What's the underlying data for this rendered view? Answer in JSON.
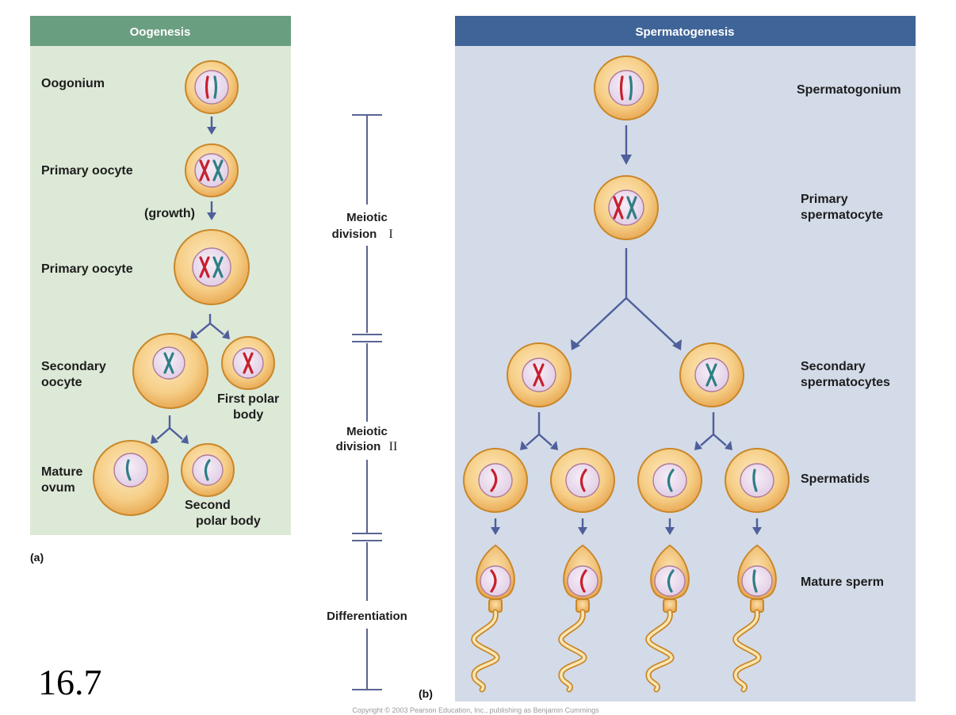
{
  "oogenesis": {
    "header": "Oogenesis",
    "labels": {
      "oogonium": "Oogonium",
      "primary_oocyte_1": "Primary oocyte",
      "growth": "(growth)",
      "primary_oocyte_2": "Primary oocyte",
      "secondary_oocyte": [
        "Secondary",
        "oocyte"
      ],
      "first_polar_body": [
        "First polar",
        "body"
      ],
      "mature_ovum": [
        "Mature",
        "ovum"
      ],
      "second_polar_body": [
        "Second",
        "polar body"
      ]
    },
    "panel_label": "(a)"
  },
  "scale": {
    "meiosis1": [
      "Meiotic",
      "division"
    ],
    "meiosis1_numeral": "I",
    "meiosis2": [
      "Meiotic",
      "division"
    ],
    "meiosis2_numeral": "II",
    "differentiation": "Differentiation"
  },
  "spermatogenesis": {
    "header": "Spermatogenesis",
    "labels": {
      "spermatogonium": "Spermatogonium",
      "primary_spermatocyte": [
        "Primary",
        "spermatocyte"
      ],
      "secondary_spermatocytes": [
        "Secondary",
        "spermatocytes"
      ],
      "spermatids": "Spermatids",
      "mature_sperm": "Mature sperm"
    },
    "panel_label": "(b)"
  },
  "figure_number": "16.7",
  "credit": "Copyright © 2003 Pearson Education, Inc., publishing as Benjamin Cummings",
  "colors": {
    "oogenesis_header": "#6a9e80",
    "oogenesis_panel": "#dde9d7",
    "spermatogenesis_header": "#3f6497",
    "spermatogenesis_panel": "#d3dbe8",
    "arrow": "#4f5f9b",
    "chromosome_red": "#c6202f",
    "chromosome_teal": "#2f7f86"
  }
}
